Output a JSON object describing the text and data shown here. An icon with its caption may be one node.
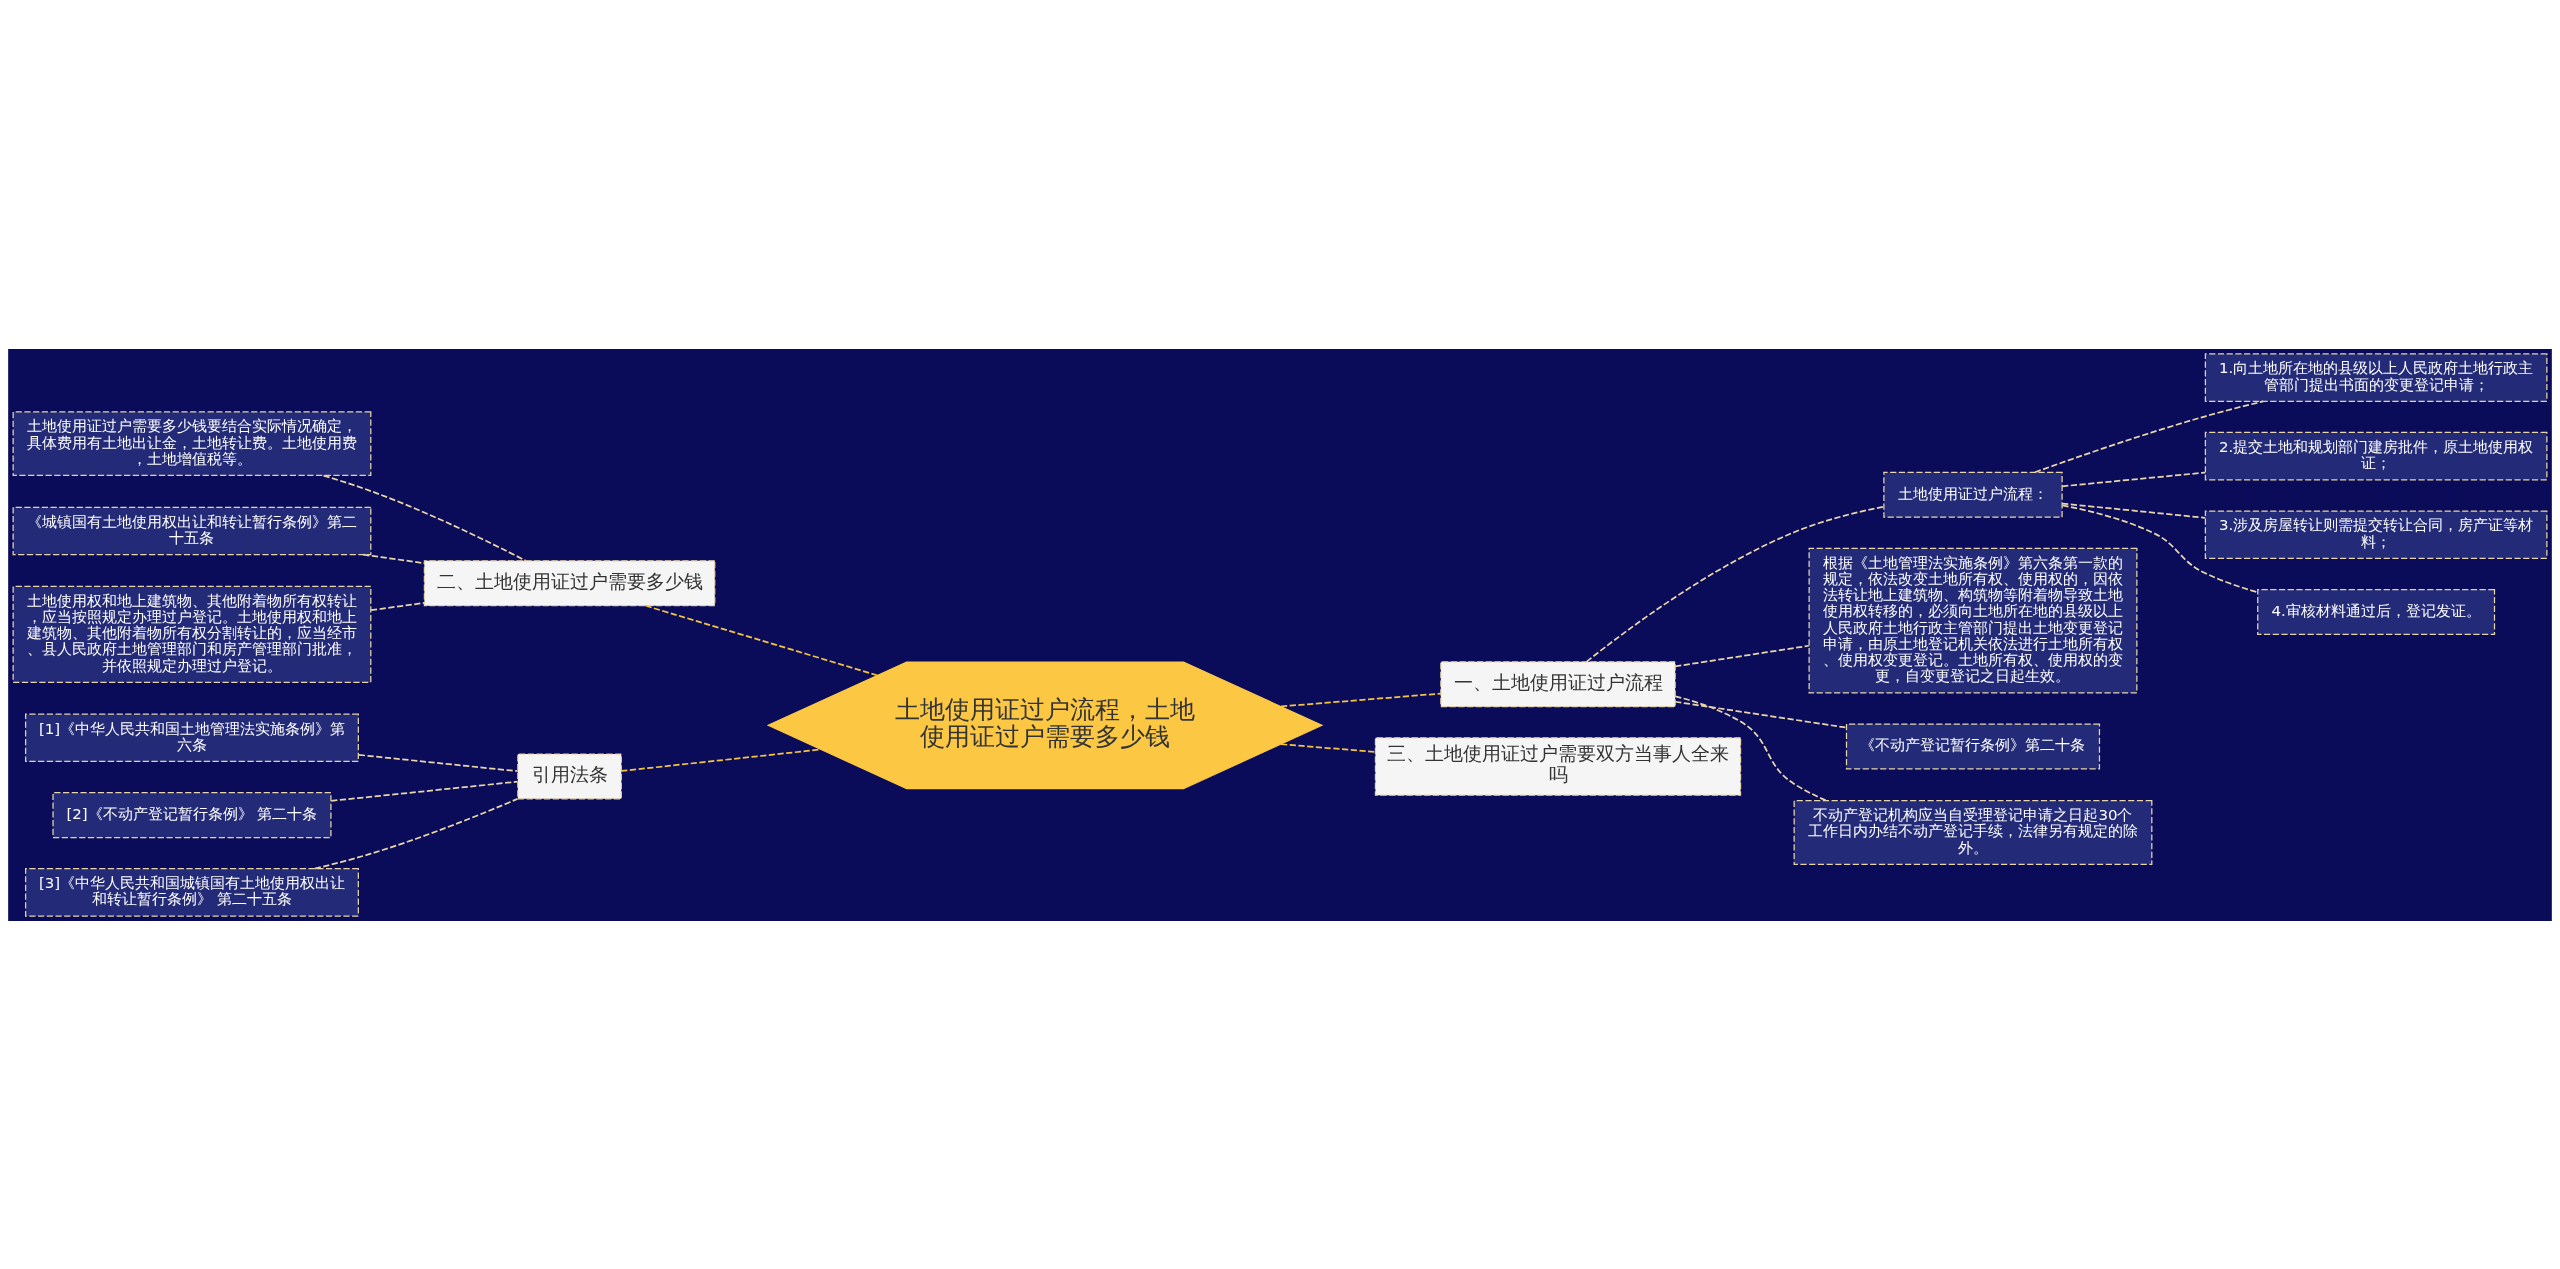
{
  "diagram": {
    "nodes": [
      {
        "text": [
          "土地使用证过户流程，土地使用证过户需要多少钱"
        ]
      },
      {
        "text": [
          "一、土地使用证过户流程"
        ]
      },
      {
        "text": [
          "土地使用证过户流程："
        ]
      },
      {
        "text": [
          "1.向土地所在地的县级以上人民政府土地行政主管部门提出书面的变更登记申请；"
        ]
      },
      {
        "text": [
          "2.提交土地和规划部门建房批件，原土地使用权证；"
        ]
      },
      {
        "text": [
          "3.涉及房屋转让则需提交转让合同，房产证等材料；"
        ]
      },
      {
        "text": [
          "4.审核材料通过后，登记发证。"
        ]
      },
      {
        "text": [
          "根据《土地管理法实施条例》第六条第一款的规定，依法改变土地所有权、使用权的，因依法转让地上建筑物、构筑物等附着物导致土地使用权转移的，必须向土地所在地的县级以上人民政府土地行政主管部门提出土地变更登记申请，由原土地登记机关依法进行土地所有权、使用权变更登记。土地所有权、使用权的变更，自变更登记之日起生效。"
        ]
      },
      {
        "text": [
          "《不动产登记暂行条例》第二十条"
        ]
      },
      {
        "text": [
          "不动产登记机构应当自受理登记申请之日起30个工作日内办结不动产登记手续，法律另有规定的除外。"
        ]
      },
      {
        "text": [
          "三、土地使用证过户需要双方当事人全来吗"
        ]
      },
      {
        "text": [
          "二、土地使用证过户需要多少钱"
        ]
      },
      {
        "text": [
          "土地使用证过户需要多少钱要结合实际情况确定，具体费用有土地出让金，土地转让费。土地使用费，土地增值税等。"
        ]
      },
      {
        "text": [
          "《城镇国有土地使用权出让和转让暂行条例》第二十五条"
        ]
      },
      {
        "text": [
          "土地使用权和地上建筑物、其他附着物所有权转让，应当按照规定办理过户登记。土地使用权和地上建筑物、其他附着物所有权分割转让的，应当经市、县人民政府土地管理部门和房产管理部门批准，并依照规定办理过户登记。"
        ]
      },
      {
        "text": [
          "引用法条"
        ]
      },
      {
        "text": [
          "[1]《中华人民共和国土地管理法实施条例》第六条"
        ]
      },
      {
        "text": [
          "[2]《不动产登记暂行条例》 第二十条"
        ]
      },
      {
        "text": [
          "[3]《中华人民共和国城镇国有土地使用权出让和转让暂行条例》 第二十五条"
        ]
      }
    ],
    "edges": [
      {
        "from": 0,
        "to": 1,
        "arrow": "none",
        "style": "dashed",
        "color": "#f5c342"
      },
      {
        "from": 1,
        "to": 2,
        "arrow": "none",
        "style": "dashed"
      },
      {
        "from": 2,
        "to": 3,
        "arrow": "none",
        "style": "dashed"
      },
      {
        "from": 2,
        "to": 4,
        "arrow": "none",
        "style": "dashed"
      },
      {
        "from": 2,
        "to": 5,
        "arrow": "none",
        "style": "dashed"
      },
      {
        "from": 2,
        "to": 6,
        "arrow": "none",
        "style": "dashed"
      },
      {
        "from": 1,
        "to": 7,
        "arrow": "none",
        "style": "dashed"
      },
      {
        "from": 1,
        "to": 8,
        "arrow": "none",
        "style": "dashed"
      },
      {
        "from": 1,
        "to": 9,
        "arrow": "none",
        "style": "dashed"
      },
      {
        "from": 0,
        "to": 10,
        "arrow": "none",
        "style": "dashed",
        "color": "#f5c342"
      },
      {
        "from": 0,
        "to": 11,
        "arrow": "none",
        "style": "dashed",
        "color": "#f5c342"
      },
      {
        "from": 11,
        "to": 12,
        "arrow": "none",
        "style": "dashed"
      },
      {
        "from": 11,
        "to": 13,
        "arrow": "none",
        "style": "dashed"
      },
      {
        "from": 11,
        "to": 14,
        "arrow": "none",
        "style": "dashed"
      },
      {
        "from": 0,
        "to": 15,
        "arrow": "none",
        "style": "dashed",
        "color": "#f5c342"
      },
      {
        "from": 15,
        "to": 16,
        "arrow": "none",
        "style": "dashed"
      },
      {
        "from": 15,
        "to": 17,
        "arrow": "none",
        "style": "dashed"
      },
      {
        "from": 15,
        "to": 18,
        "arrow": "none",
        "style": "dashed"
      }
    ]
  }
}
